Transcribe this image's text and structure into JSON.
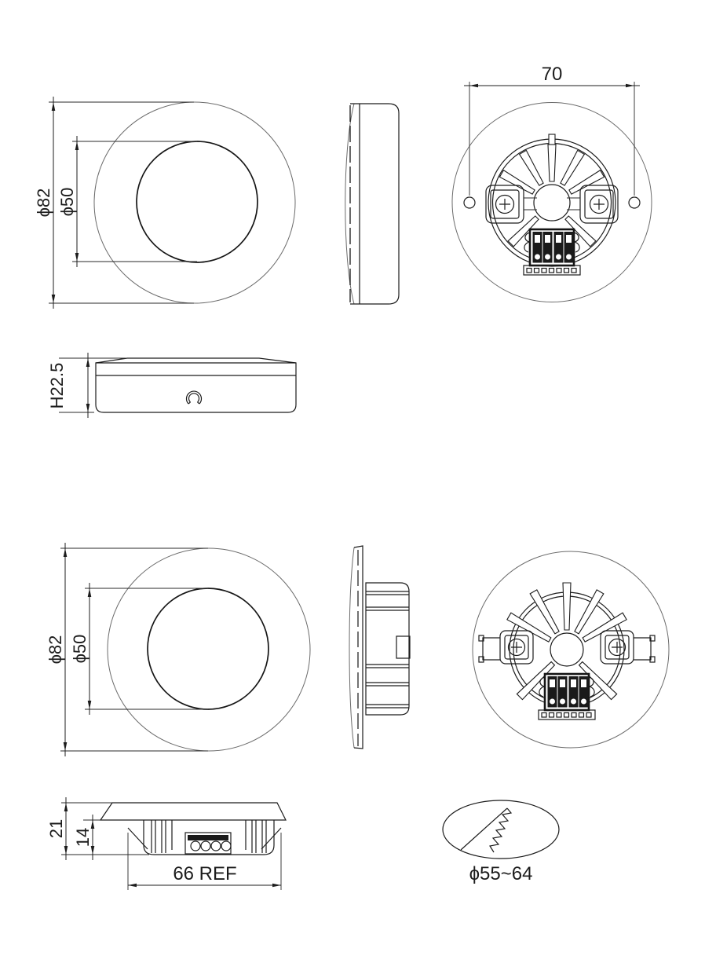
{
  "drawing": {
    "surface_mount": {
      "front": {
        "outer_diameter": "ϕ82",
        "inner_diameter": "ϕ50"
      },
      "rear": {
        "hole_spacing": "70"
      },
      "side": {
        "height": "H22.5"
      }
    },
    "flush_mount": {
      "front": {
        "outer_diameter": "ϕ82",
        "inner_diameter": "ϕ50"
      },
      "profile": {
        "total_height": "21",
        "recess_depth": "14",
        "body_width": "66 REF"
      },
      "cutout": {
        "diameter_range": "ϕ55~64"
      }
    },
    "colors": {
      "line": "#1c1c1c",
      "light_line": "#6b6b6b",
      "background": "#ffffff"
    }
  }
}
